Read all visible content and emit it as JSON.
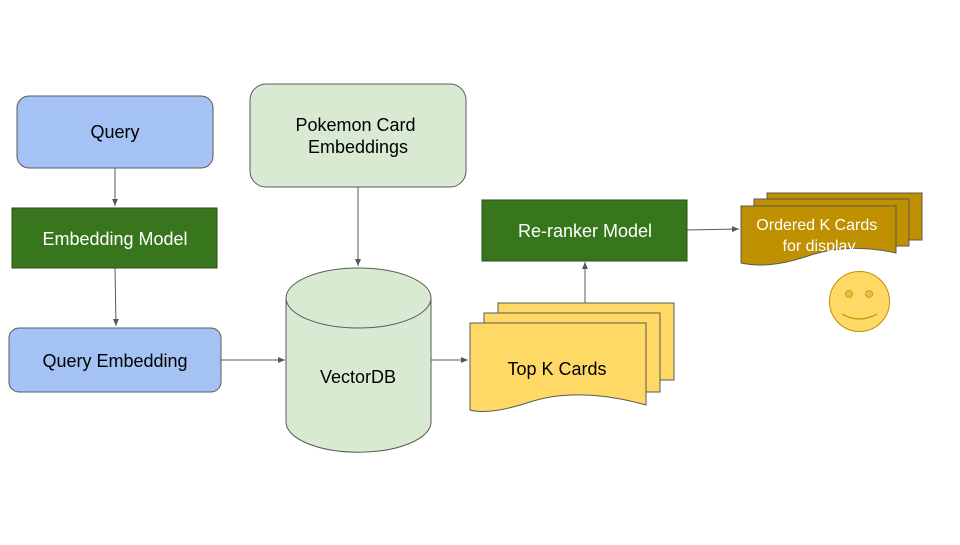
{
  "nodes": {
    "query": {
      "label": "Query",
      "fill": "#a4c2f4",
      "stroke": "#595959",
      "text_color": "#000000"
    },
    "embedding_model": {
      "label": "Embedding Model",
      "fill": "#38761d",
      "stroke": "#274e13",
      "text_color": "#ffffff"
    },
    "query_embedding": {
      "label": "Query Embedding",
      "fill": "#a4c2f4",
      "stroke": "#595959",
      "text_color": "#000000"
    },
    "card_embeddings": {
      "line1": "Pokemon Card",
      "line2": "Embeddings",
      "fill": "#d9ead3",
      "stroke": "#595959",
      "text_color": "#000000"
    },
    "vectordb": {
      "label": "VectorDB",
      "fill": "#d9ead3",
      "stroke": "#595959",
      "text_color": "#000000"
    },
    "top_k_cards": {
      "label": "Top K Cards",
      "fill": "#ffd966",
      "stroke": "#595959",
      "text_color": "#000000"
    },
    "reranker_model": {
      "label": "Re-ranker Model",
      "fill": "#38761d",
      "stroke": "#274e13",
      "text_color": "#ffffff"
    },
    "ordered_cards": {
      "line1": "Ordered K Cards",
      "line2": "for display",
      "fill": "#bf9000",
      "stroke": "#595959",
      "text_color": "#ffffff"
    },
    "smiley": {
      "fill": "#ffd966",
      "stroke": "#bf9000"
    }
  },
  "colors": {
    "arrow": "#595959",
    "background": "#ffffff"
  }
}
